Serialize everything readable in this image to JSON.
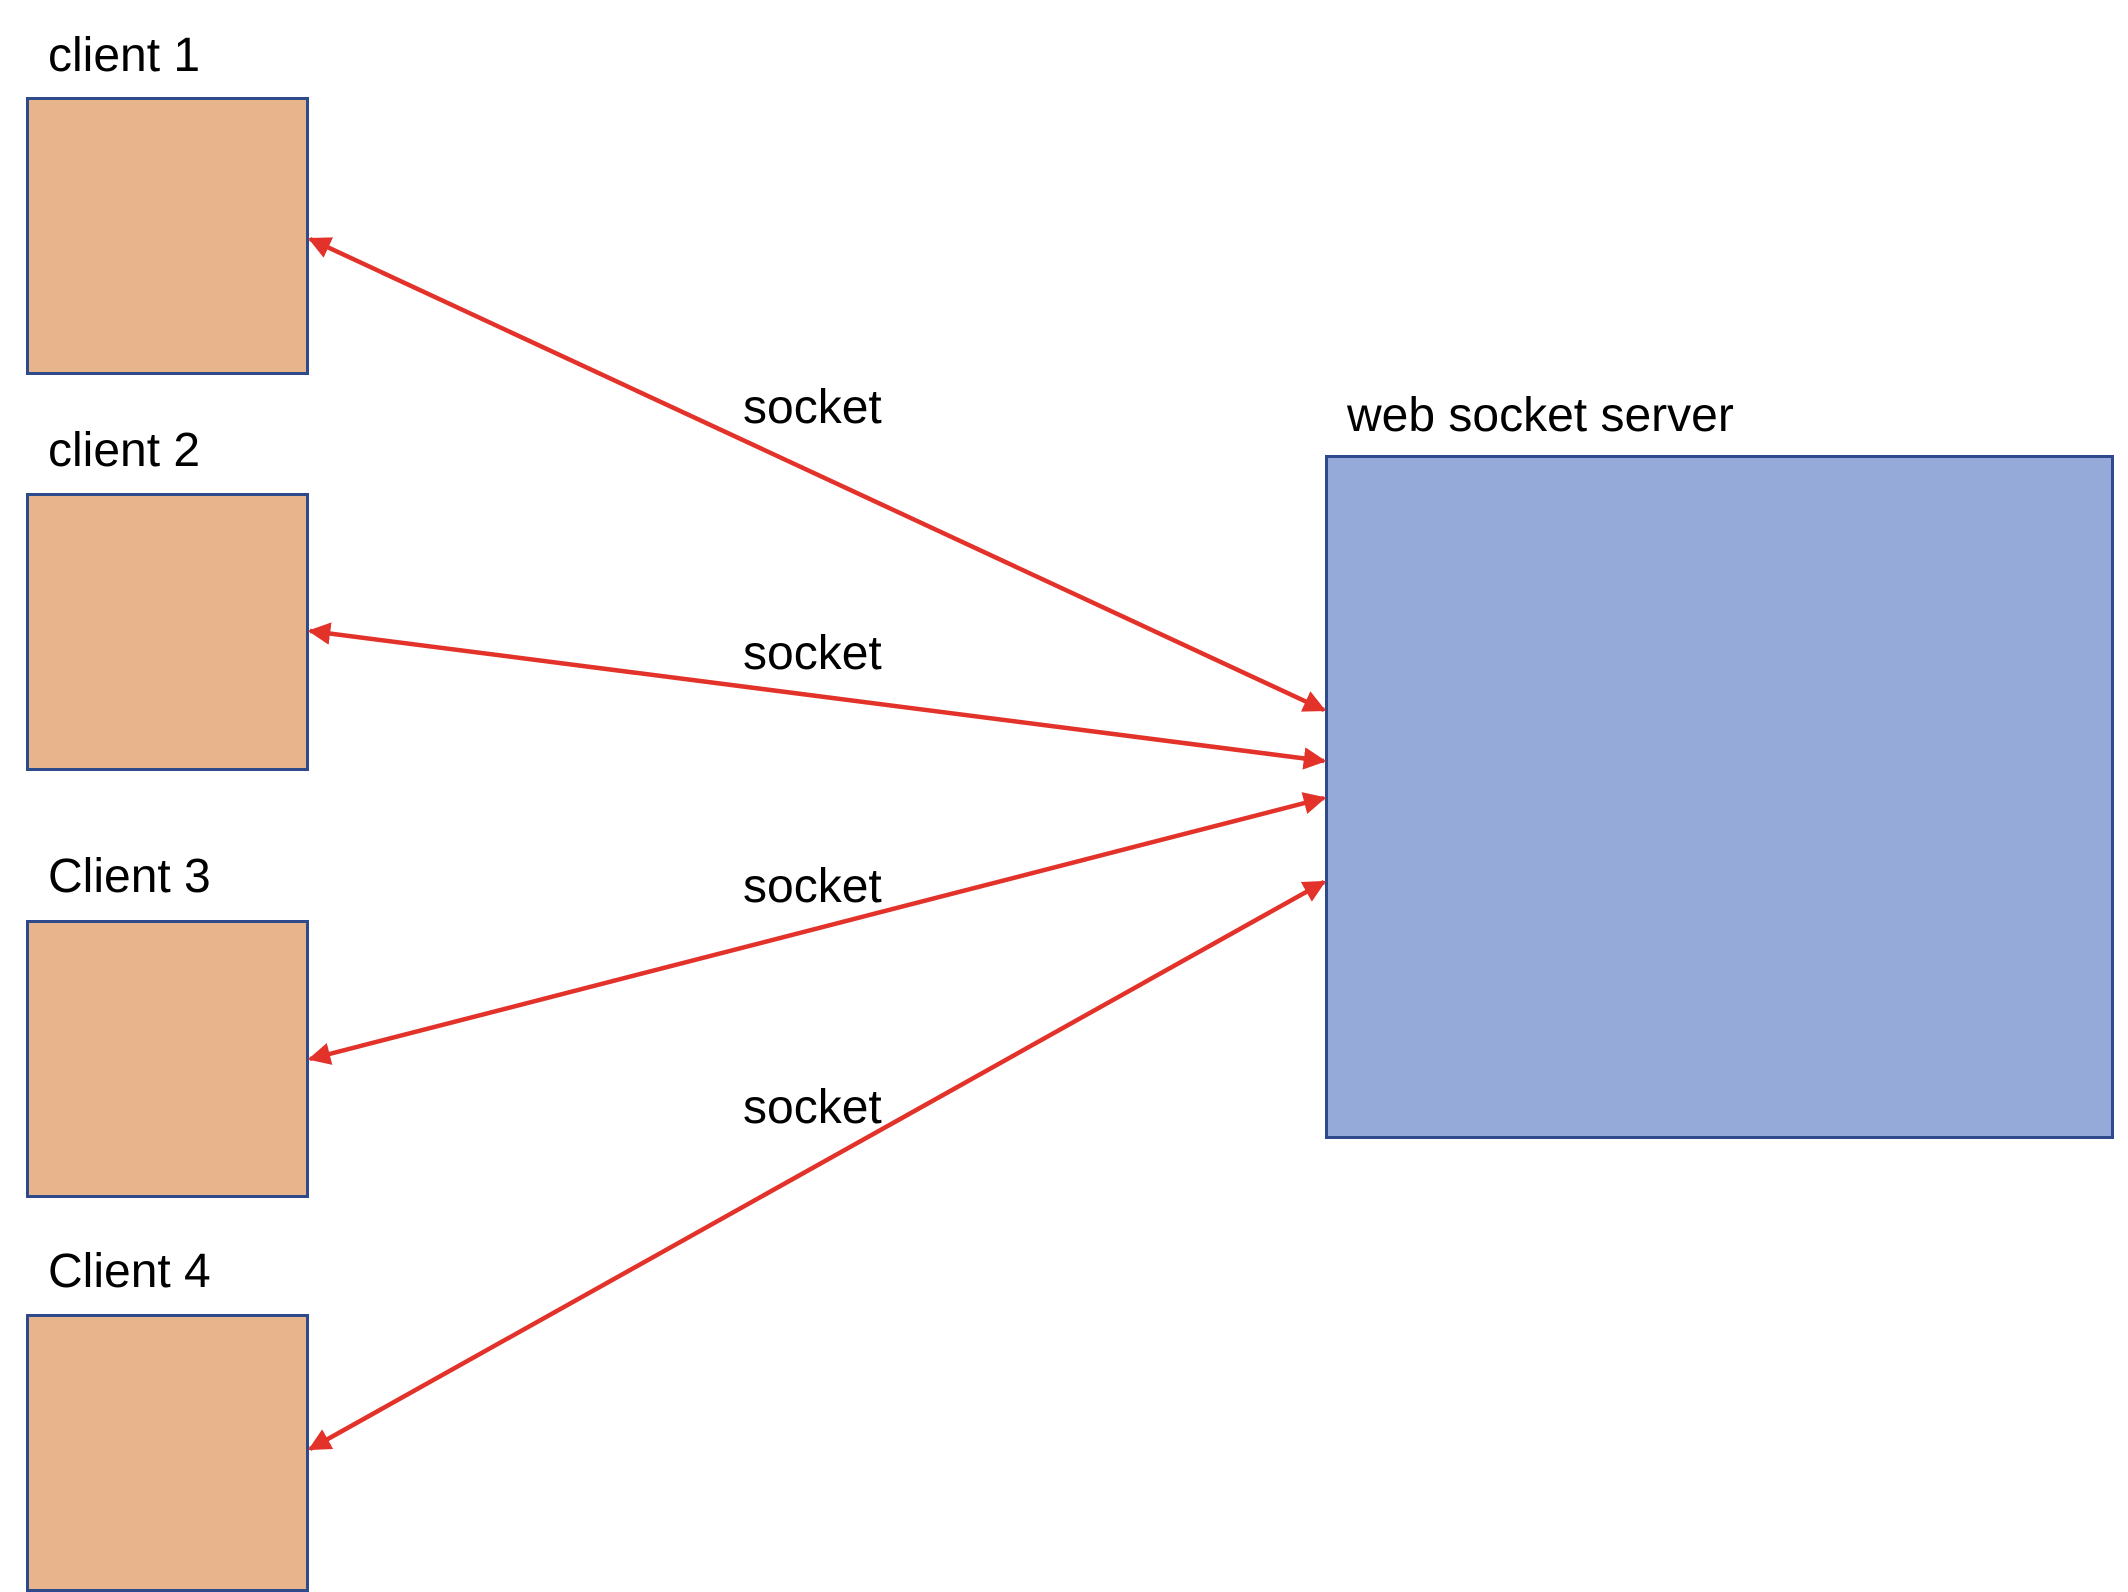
{
  "colors": {
    "client_fill": "#e8b48b",
    "server_fill": "#95aad8",
    "box_border": "#2f4a8a",
    "link_color": "#e2322a"
  },
  "clients": [
    {
      "label": "client 1"
    },
    {
      "label": "client 2"
    },
    {
      "label": "Client 3"
    },
    {
      "label": "Client 4"
    }
  ],
  "server": {
    "label": "web socket server"
  },
  "links": [
    {
      "label": "socket",
      "from": "client 1",
      "to": "web socket server",
      "bidirectional": true
    },
    {
      "label": "socket",
      "from": "client 2",
      "to": "web socket server",
      "bidirectional": true
    },
    {
      "label": "socket",
      "from": "Client 3",
      "to": "web socket server",
      "bidirectional": true
    },
    {
      "label": "socket",
      "from": "Client 4",
      "to": "web socket server",
      "bidirectional": true
    }
  ]
}
